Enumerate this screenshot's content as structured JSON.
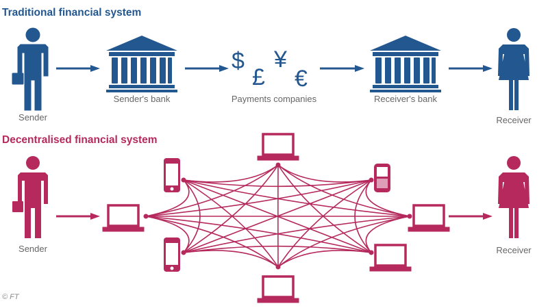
{
  "colors": {
    "traditional": "#23578f",
    "decentralised": "#b5295c",
    "label": "#666666"
  },
  "traditional": {
    "title": "Traditional financial system",
    "nodes": [
      {
        "id": "sender",
        "icon": "businessman-icon",
        "label": "Sender"
      },
      {
        "id": "senders_bank",
        "icon": "bank-icon",
        "label": "Sender's bank"
      },
      {
        "id": "payments",
        "icon": "currency-symbols-icon",
        "label": "Payments companies",
        "symbols": [
          "$",
          "£",
          "¥",
          "€"
        ]
      },
      {
        "id": "receivers_bank",
        "icon": "bank-icon",
        "label": "Receiver's bank"
      },
      {
        "id": "receiver",
        "icon": "businesswoman-icon",
        "label": "Receiver"
      }
    ]
  },
  "decentralised": {
    "title": "Decentralised financial system",
    "sender_label": "Sender",
    "receiver_label": "Receiver",
    "network_nodes": [
      {
        "id": "n_left",
        "device": "laptop"
      },
      {
        "id": "n_top_left",
        "device": "smartphone"
      },
      {
        "id": "n_bottom_left",
        "device": "smartphone"
      },
      {
        "id": "n_top",
        "device": "laptop"
      },
      {
        "id": "n_bottom",
        "device": "laptop"
      },
      {
        "id": "n_top_right",
        "device": "blackberry"
      },
      {
        "id": "n_bottom_right",
        "device": "laptop"
      },
      {
        "id": "n_right",
        "device": "laptop"
      }
    ],
    "connections": "fully-connected"
  },
  "credit": "© FT"
}
